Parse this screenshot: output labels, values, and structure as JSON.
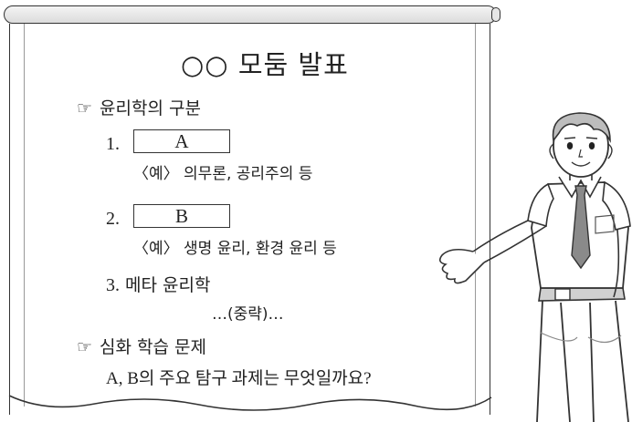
{
  "poster": {
    "title": "○○ 모둠 발표",
    "section1": {
      "heading": "윤리학의 구분",
      "item1": {
        "num": "1.",
        "box": "A",
        "example": "〈예〉 의무론, 공리주의 등"
      },
      "item2": {
        "num": "2.",
        "box": "B",
        "example": "〈예〉 생명 윤리, 환경 윤리 등"
      },
      "item3": {
        "num": "3.",
        "text": "메타 윤리학"
      },
      "omission": "…(중략)…"
    },
    "section2": {
      "heading": "심화 학습 문제",
      "question": "A, B의 주요 탐구 과제는 무엇일까요?"
    },
    "bullet_icon": "pointing-hand-icon"
  },
  "colors": {
    "ink": "#222222",
    "tie": "#8a8a8a",
    "shirt": "#ffffff"
  }
}
